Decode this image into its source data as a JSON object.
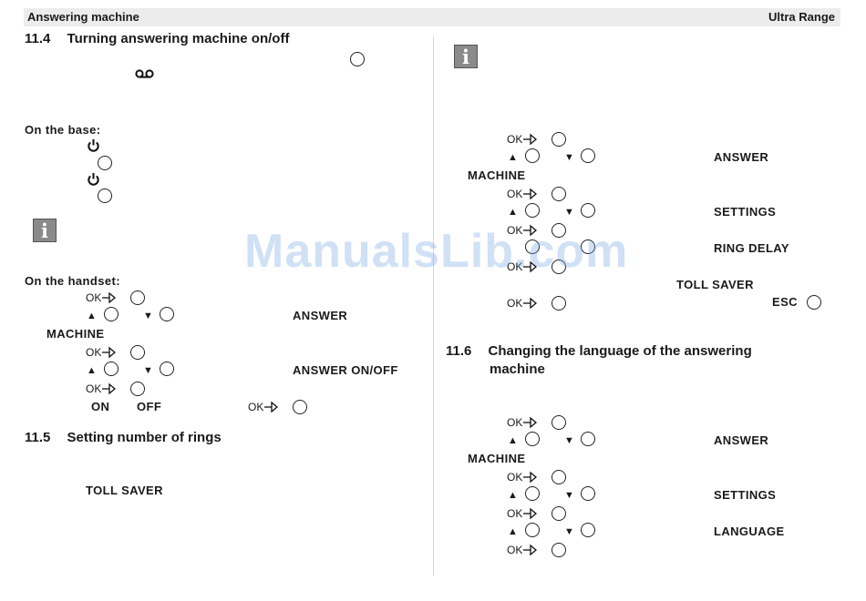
{
  "header": {
    "left": "Answering machine",
    "right": "Ultra Range"
  },
  "left": {
    "sec114": {
      "num": "11.4",
      "title": "Turning answering machine on/off"
    },
    "base_label": "On the base:",
    "handset_label": "On the handset:",
    "answer": "ANSWER",
    "machine": "MACHINE",
    "answer_onoff": "ANSWER ON/OFF",
    "on": "ON",
    "off": "OFF",
    "sec115": {
      "num": "11.5",
      "title": "Setting number of rings"
    },
    "toll_saver": "TOLL SAVER"
  },
  "right": {
    "answer": "ANSWER",
    "machine": "MACHINE",
    "settings": "SETTINGS",
    "ring_delay": "RING DELAY",
    "toll_saver": "TOLL SAVER",
    "esc": "ESC",
    "sec116": {
      "num": "11.6",
      "title_line1": "Changing the language of the answering",
      "title_line2": "machine"
    },
    "answer2": "ANSWER",
    "machine2": "MACHINE",
    "settings2": "SETTINGS",
    "language": "LANGUAGE"
  },
  "ok_label": "OK",
  "up_glyph": "▲",
  "down_glyph": "▼",
  "info_glyph": "i",
  "watermark": "ManualsLib.com"
}
